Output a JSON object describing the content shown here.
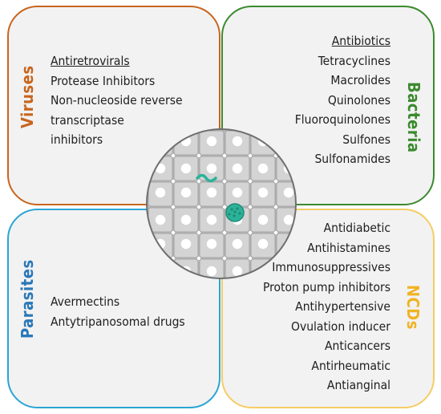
{
  "quadrants": {
    "viruses": {
      "title": "Viruses",
      "color": "#c8651e",
      "heading": "Antiretrovirals",
      "items": [
        "Protease Inhibitors",
        "Non-nucleoside reverse",
        "transcriptase",
        "inhibitors"
      ]
    },
    "bacteria": {
      "title": "Bacteria",
      "color": "#3b8a2e",
      "heading": "Antibiotics",
      "items": [
        "Tetracyclines",
        "Macrolides",
        "Quinolones",
        "Fluoroquinolones",
        "Sulfones",
        "Sulfonamides"
      ]
    },
    "parasites": {
      "title": "Parasites",
      "color": "#2aa5d6",
      "items": [
        "Avermectins",
        "Antytripanosomal drugs"
      ]
    },
    "ncds": {
      "title": "NCDs",
      "color": "#f5cd63",
      "items": [
        "Antidiabetic",
        "Antihistamines",
        "Immunosuppressives",
        "Proton pump inhibitors",
        "Antihypertensive",
        "Ovulation inducer",
        "Anticancers",
        "Antirheumatic",
        "Antianginal"
      ]
    }
  },
  "center_graphic": {
    "cell_color": "#d4d4d4",
    "nucleus_color": "#ffffff",
    "pathogen_color": "#2bb39a"
  }
}
